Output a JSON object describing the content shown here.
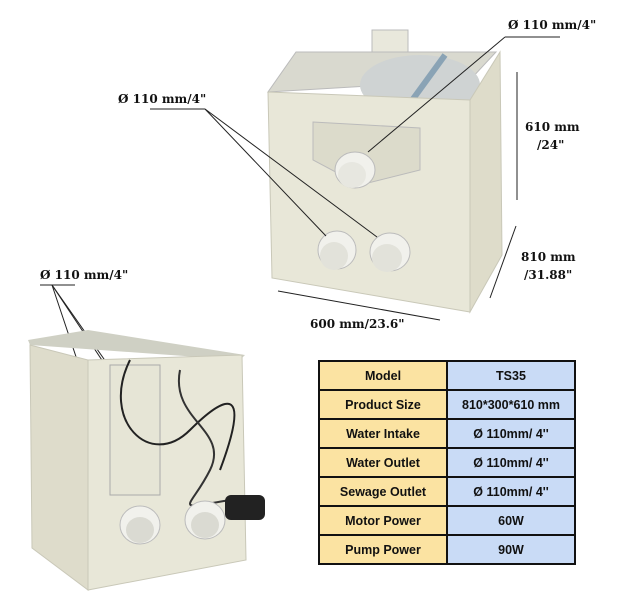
{
  "callouts": {
    "top_right": "Ø 110 mm/4\"",
    "top_left": "Ø 110 mm/4\"",
    "bottom_left": "Ø 110 mm/4\"",
    "height_mm": "610 mm",
    "height_in": "/24\"",
    "depth_mm": "810 mm",
    "depth_in": "/31.88\"",
    "width": "600 mm/23.6\""
  },
  "spec_table": [
    {
      "label": "Model",
      "value": "TS35"
    },
    {
      "label": "Product Size",
      "value": "810*300*610 mm"
    },
    {
      "label": "Water Intake",
      "value": "Ø 110mm/ 4''"
    },
    {
      "label": "Water Outlet",
      "value": "Ø 110mm/ 4''"
    },
    {
      "label": "Sewage Outlet",
      "value": "Ø 110mm/ 4''"
    },
    {
      "label": "Motor Power",
      "value": "60W"
    },
    {
      "label": "Pump Power",
      "value": "90W"
    }
  ],
  "colors": {
    "key_cell": "#fbe3a2",
    "value_cell": "#c9dbf6",
    "body": "#e6e5d6"
  }
}
